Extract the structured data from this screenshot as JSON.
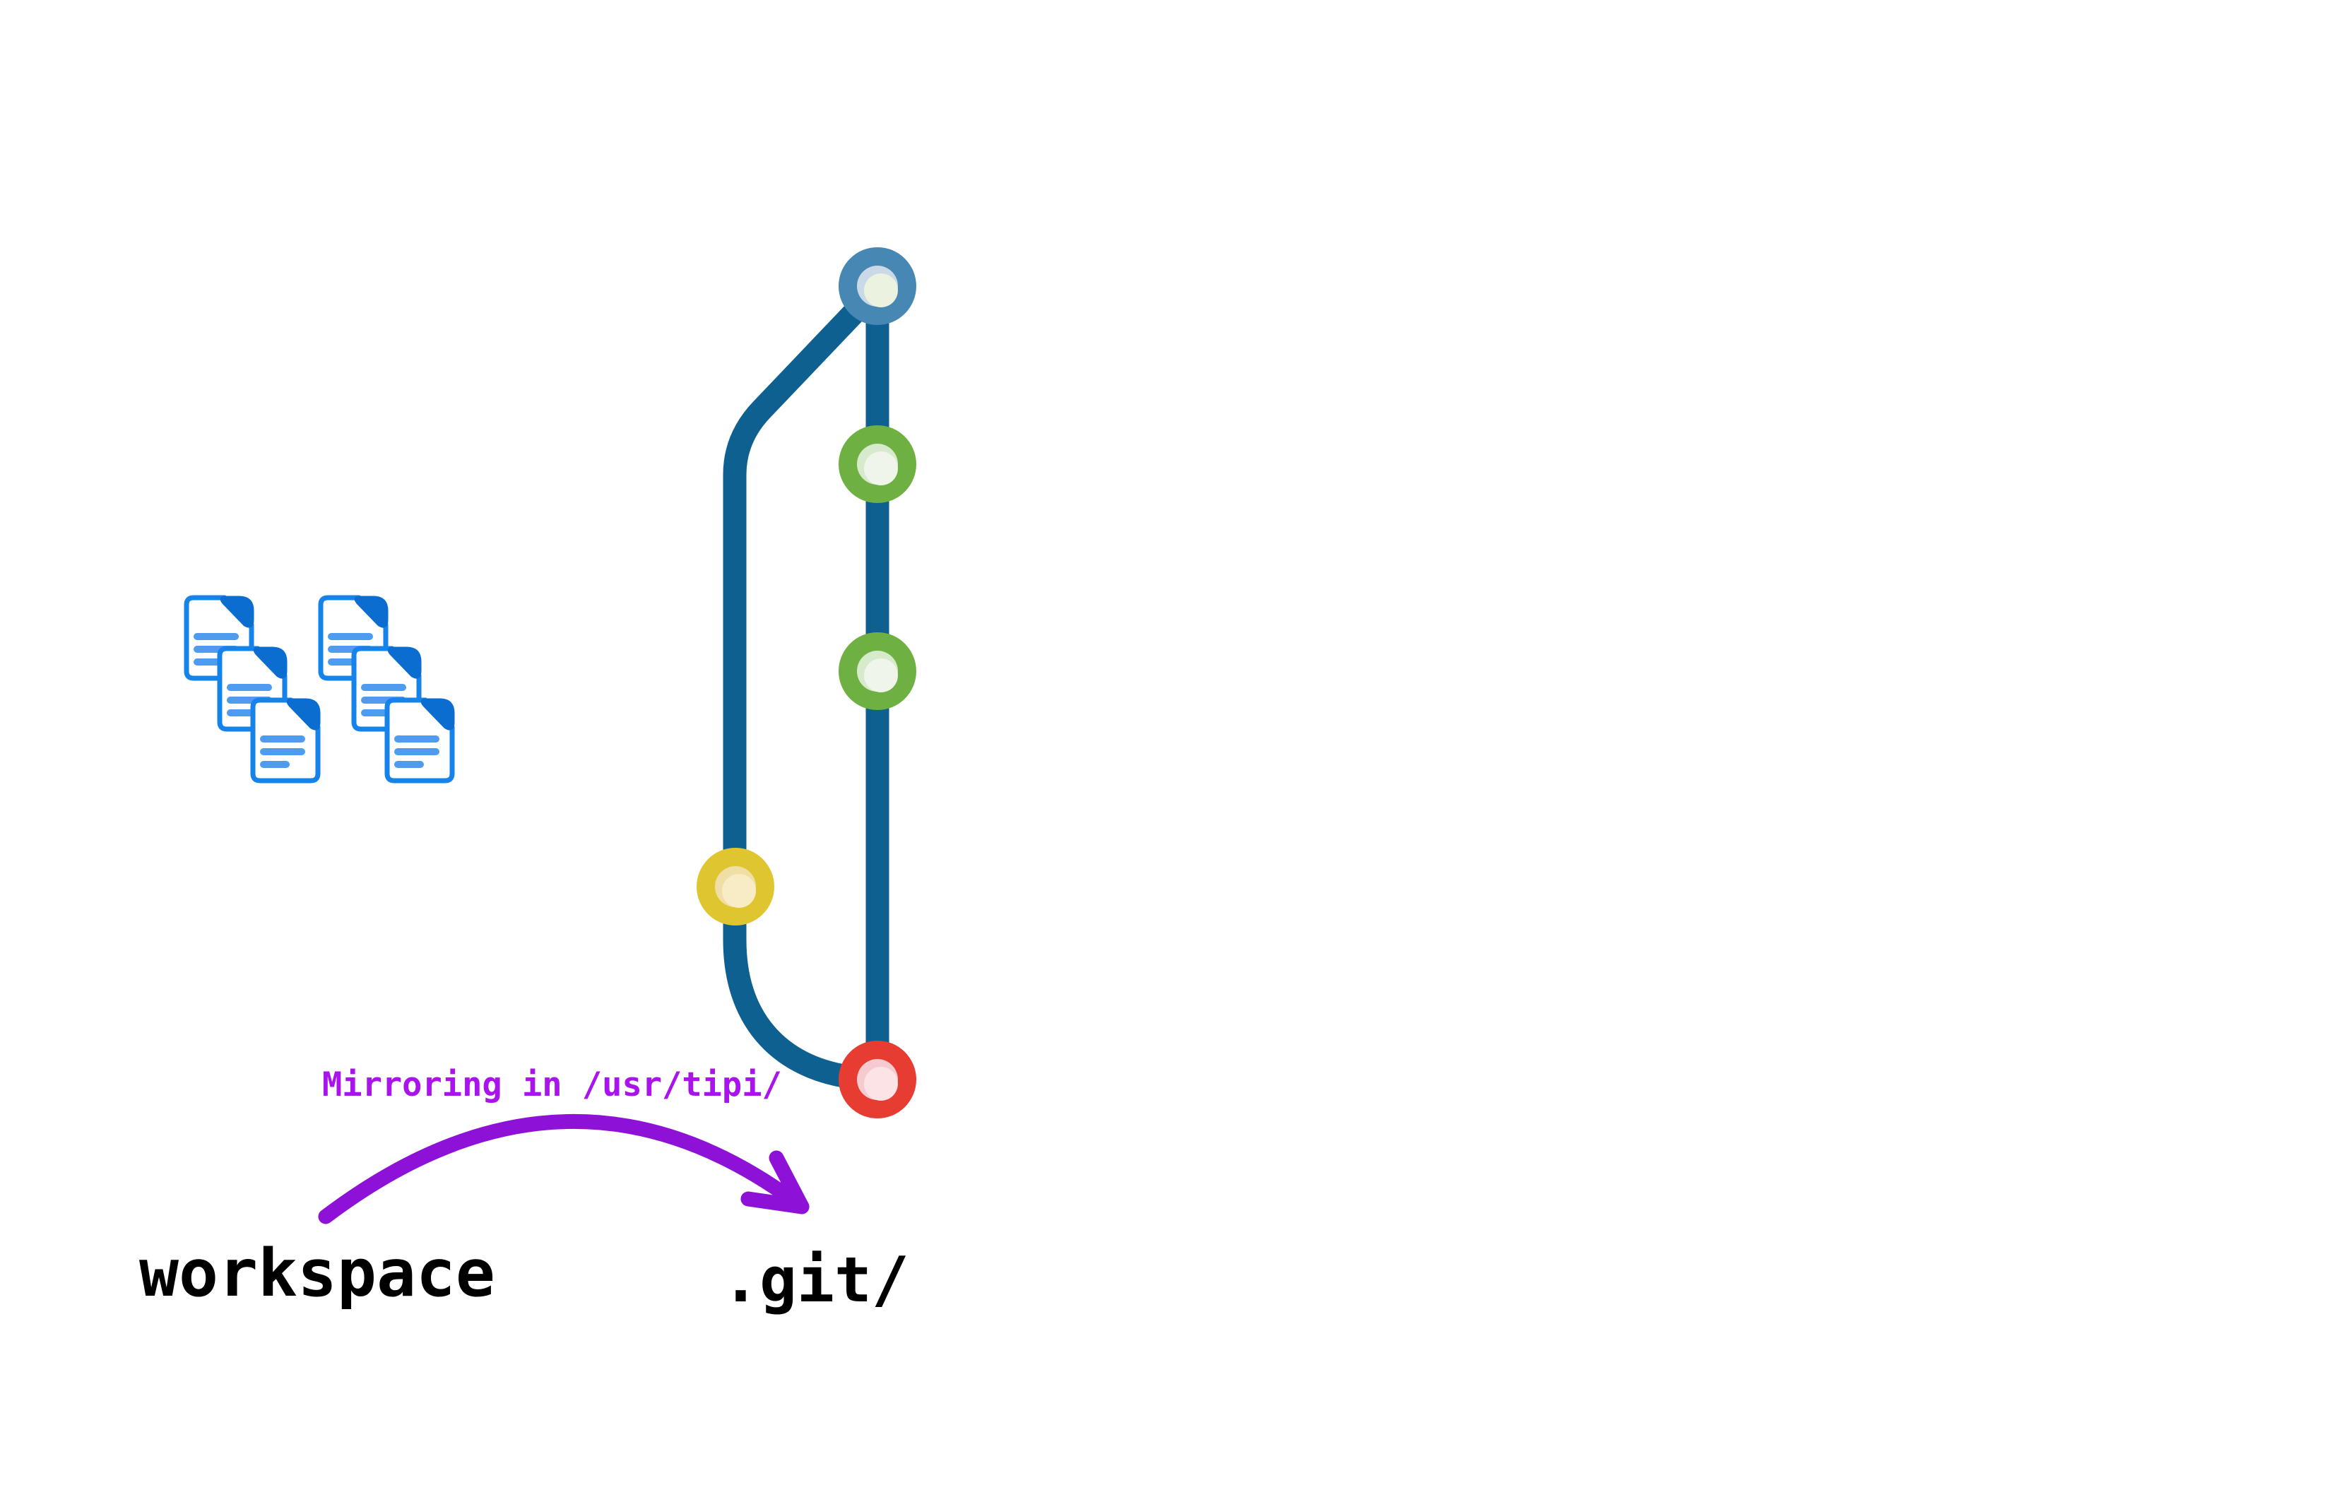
{
  "diagram": {
    "type": "git-repository-illustration",
    "background": "#FFFFFF",
    "labels": {
      "workspace": "workspace",
      "git_dir": ".git/",
      "annotation": "Mirroring in /usr/tipi/"
    },
    "colors": {
      "label_text": "#000000",
      "annotation_text": "#A814EB",
      "arrow": "#8D11D6",
      "graph_line": "#0D608F",
      "doc_border": "#1583EA",
      "doc_fold": "#0C6DD0",
      "doc_line": "#4E9BF0",
      "doc_page": "#FFFFFF"
    },
    "graph": {
      "branch_count": 2,
      "nodes": [
        {
          "name": "commit-tip",
          "ring": "#4687B3",
          "inner": "#C9D9E8",
          "highlight": "#ECF2E0"
        },
        {
          "name": "commit-a",
          "ring": "#6FB042",
          "inner": "#D7EACB",
          "highlight": "#EFF5EA"
        },
        {
          "name": "commit-b",
          "ring": "#6FB042",
          "inner": "#D7EACB",
          "highlight": "#EFF5EA"
        },
        {
          "name": "commit-branch",
          "ring": "#DFC630",
          "inner": "#F0DFA4",
          "highlight": "#F8ECC6"
        },
        {
          "name": "commit-root",
          "ring": "#E63C32",
          "inner": "#F5CBD0",
          "highlight": "#FBE3E6"
        }
      ]
    },
    "files": {
      "icon": "document-icon",
      "cluster_count": 2,
      "docs_per_cluster": 3
    }
  }
}
